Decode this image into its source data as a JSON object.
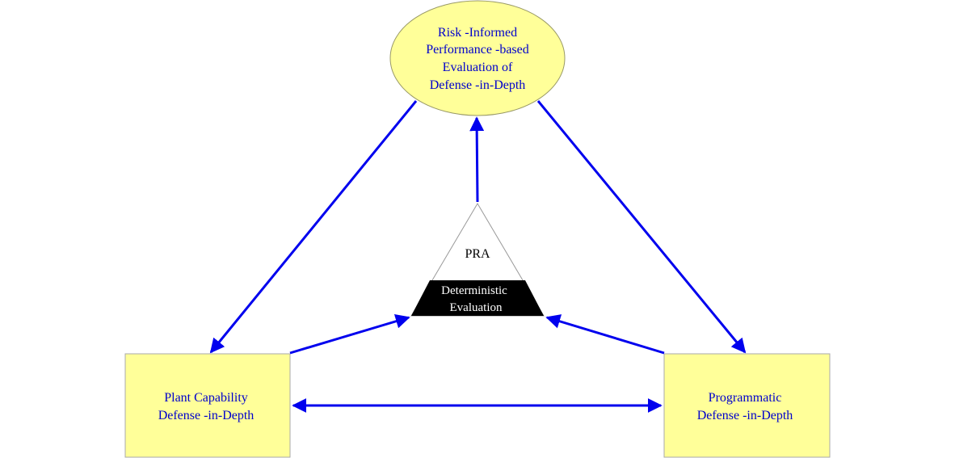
{
  "nodes": {
    "top": {
      "lines": [
        "Risk -Informed",
        "Performance -based",
        "Evaluation of",
        "Defense -in-Depth"
      ]
    },
    "left": {
      "lines": [
        "Plant Capability",
        "Defense -in-Depth"
      ]
    },
    "right": {
      "lines": [
        "Programmatic",
        "Defense -in-Depth"
      ]
    },
    "center": {
      "upper": "PRA",
      "lower_lines": [
        "Deterministic",
        "Evaluation"
      ]
    }
  },
  "colors": {
    "node_fill": "#ffff99",
    "text": "#0000cc",
    "arrow": "#0000ee",
    "triangle_base": "#000000"
  }
}
